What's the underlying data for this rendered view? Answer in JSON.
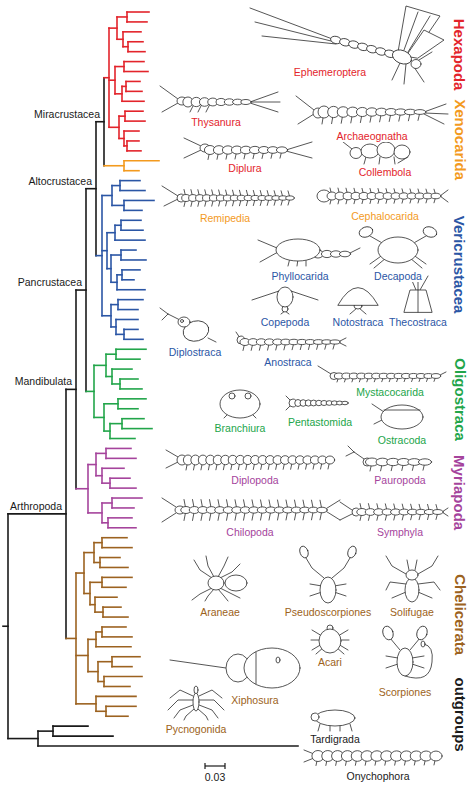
{
  "diagram": {
    "labels": [
      "Hexapoda",
      "Xenocarida",
      "Vericrustacea",
      "Oligostraca",
      "Myriapoda",
      "Chelicerata",
      "outgroups",
      "Miracrustacea",
      "Altocrustacea",
      "Pancrustacea",
      "Mandibulata",
      "Arthropoda",
      "Ephemeroptera",
      "Thysanura",
      "Archaeognatha",
      "Diplura",
      "Collembola",
      "Cephalocarida",
      "Remipedia",
      "Phyllocarida",
      "Decapoda",
      "Copepoda",
      "Notostraca",
      "Thecostraca",
      "Diplostraca",
      "Anostraca",
      "Mystacocarida",
      "Branchiura",
      "Pentastomida",
      "Ostracoda",
      "Diplopoda",
      "Pauropoda",
      "Chilopoda",
      "Symphyla",
      "Araneae",
      "Pseudoscorpiones",
      "Solifugae",
      "Acari",
      "Scorpiones",
      "Xiphosura",
      "Pycnogonida",
      "Tardigrada",
      "Onychophora",
      "0.03"
    ]
  }
}
